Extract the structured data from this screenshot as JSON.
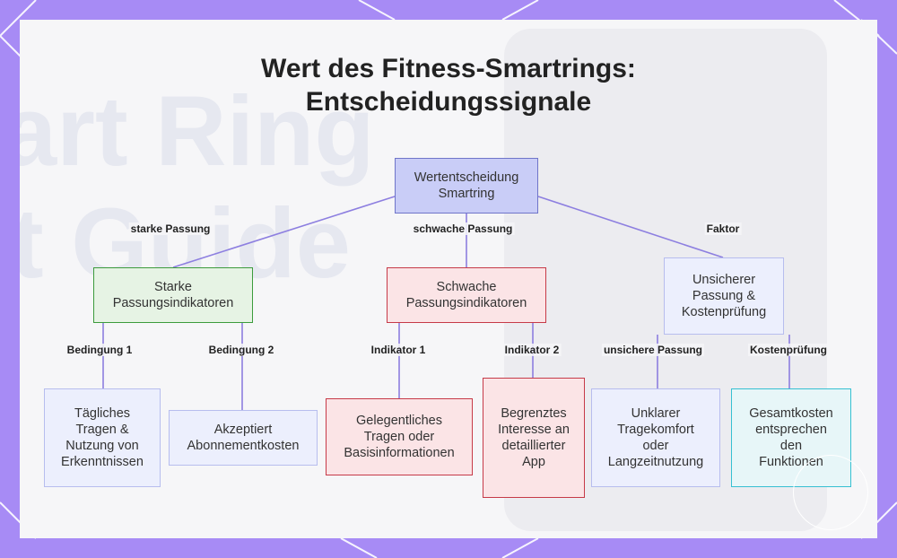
{
  "title": {
    "line1": "Wert des Fitness-Smartrings:",
    "line2": "Entscheidungssignale"
  },
  "background": {
    "watermark_line1": "art Ring",
    "watermark_line2": "t Guide"
  },
  "colors": {
    "frame": "#a78bf5",
    "root_fill": "#c9cdf7",
    "green_border": "#3c9b3c",
    "red_border": "#c63a48",
    "cyan_border": "#36c0d2",
    "edge": "#8d7fe0"
  },
  "nodes": {
    "root": "Wertentscheidung Smartring",
    "strong": "Starke Passungsindikatoren",
    "weak": "Schwache Passungsindikatoren",
    "uncertain": "Unsicherer Passung & Kostenprüfung",
    "daily": "Tägliches Tragen & Nutzung von Erkenntnissen",
    "subscription": "Akzeptiert Abonnementkosten",
    "occasional": "Gelegentliches Tragen oder Basisinformationen",
    "limited": "Begrenztes Interesse an detaillierter App",
    "comfort": "Unklarer Tragekomfort oder Langzeitnutzung",
    "totalcost": "Gesamtkosten entsprechen den Funktionen"
  },
  "edges": {
    "strong": "starke Passung",
    "weak": "schwache Passung",
    "factor": "Faktor",
    "cond1": "Bedingung 1",
    "cond2": "Bedingung 2",
    "ind1": "Indikator 1",
    "ind2": "Indikator 2",
    "unsure": "unsichere Passung",
    "costcheck": "Kostenprüfung"
  }
}
